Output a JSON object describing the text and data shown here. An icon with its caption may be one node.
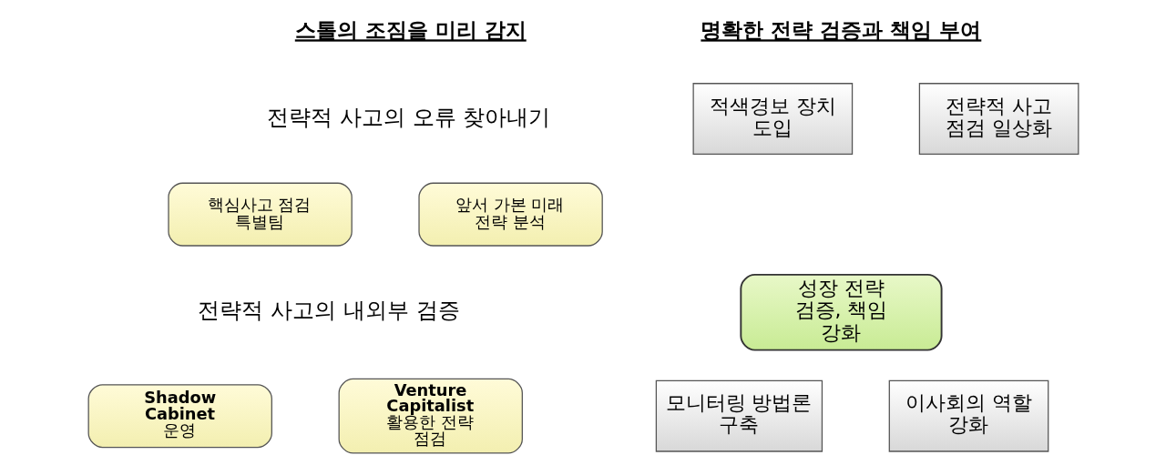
{
  "diagram": {
    "nodes": [
      {
        "text": [
          "핵심사고 점검 특별팀"
        ]
      },
      {
        "text": [
          "앞서 가본 미래 전략 분석"
        ]
      },
      {
        "text": [
          "Shadow Cabinet",
          "운영"
        ]
      },
      {
        "text": [
          "Venture Capitalist",
          "활용한 전략 점검"
        ]
      },
      {
        "text": [
          "적색경보 장치 도입"
        ]
      },
      {
        "text": [
          "전략적 사고 점검 일상화"
        ]
      },
      {
        "text": [
          "성장 전략 검증, 책임 강화"
        ]
      },
      {
        "text": [
          "모니터링 방법론 구축"
        ]
      },
      {
        "text": [
          "이사회의 역할 강화"
        ]
      }
    ],
    "edges": [],
    "labels": [
      "스톨의 조짐을 미리 감지",
      "명확한 전략 검증과 책임 부여",
      "전략적 사고의 오류 찾아내기",
      "전략적 사고의 내외부 검증"
    ]
  }
}
